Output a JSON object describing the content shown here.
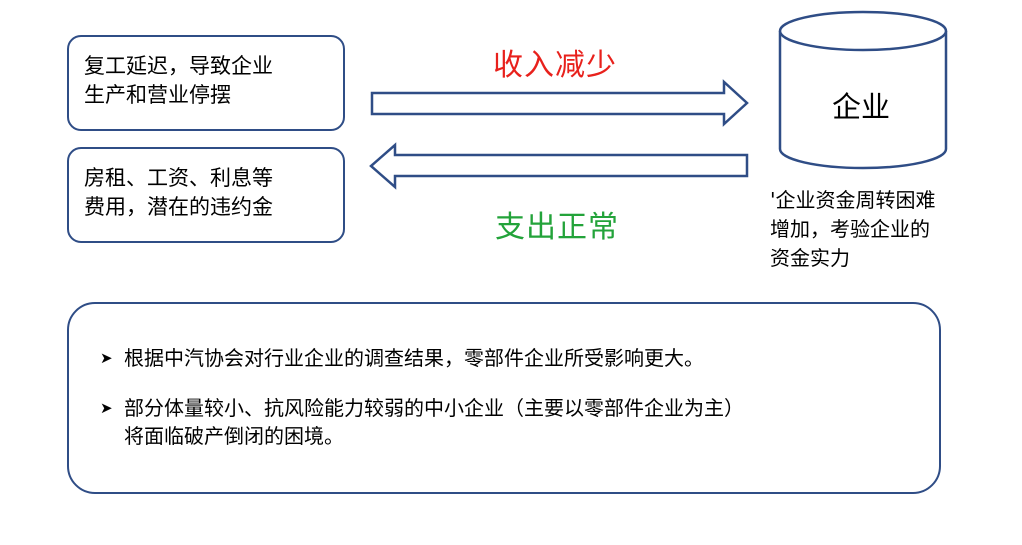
{
  "left_boxes": [
    {
      "text": "复工延迟，导致企业\n生产和营业停摆"
    },
    {
      "text": "房租、工资、利息等\n费用，潜在的违约金"
    }
  ],
  "arrows": {
    "top_label": "收入减少",
    "top_color": "#e8211c",
    "bottom_label": "支出正常",
    "bottom_color": "#23a33a"
  },
  "cylinder": {
    "label": "企业"
  },
  "note": "'企业资金周转困难\n增加，考验企业的\n资金实力",
  "summary": {
    "items": [
      "根据中汽协会对行业企业的调查结果，零部件企业所受影响更大。",
      "部分体量较小、抗风险能力较弱的中小企业（主要以零部件企业为主）\n将面临破产倒闭的困境。"
    ]
  },
  "colors": {
    "border": "#2f4d86"
  }
}
